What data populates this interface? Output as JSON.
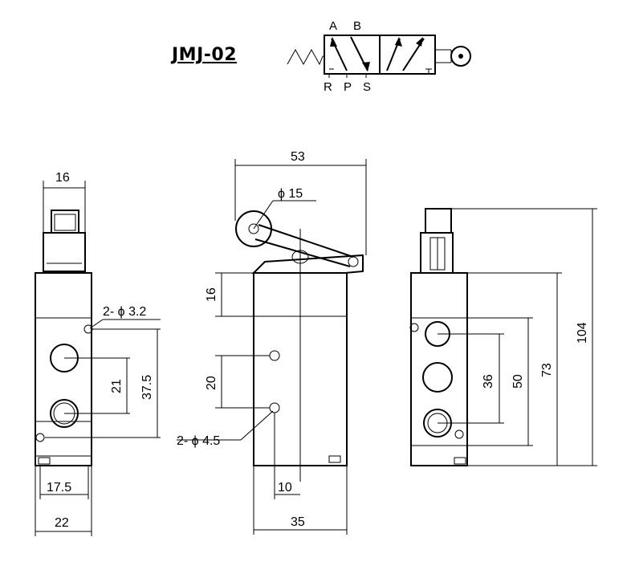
{
  "title": "JMJ-02",
  "symbol": {
    "ports_top": [
      "A",
      "B"
    ],
    "ports_bottom": [
      "R",
      "P",
      "S"
    ]
  },
  "dimensions": {
    "left_view": {
      "width_top": "16",
      "hole_callout": "2- ϕ 3.2",
      "port_spacing": "21",
      "hole_spacing": "37.5",
      "bottom_inner": "17.5",
      "overall_width": "22"
    },
    "front_view": {
      "overall_top": "53",
      "roller_dia": "ϕ 15",
      "lever_height": "16",
      "hole_spacing": "20",
      "hole_callout": "2- ϕ 4.5",
      "hole_offset": "10",
      "body_width": "35"
    },
    "right_view": {
      "port_spacing": "36",
      "port_span": "50",
      "body_height": "73",
      "overall_height": "104"
    }
  }
}
